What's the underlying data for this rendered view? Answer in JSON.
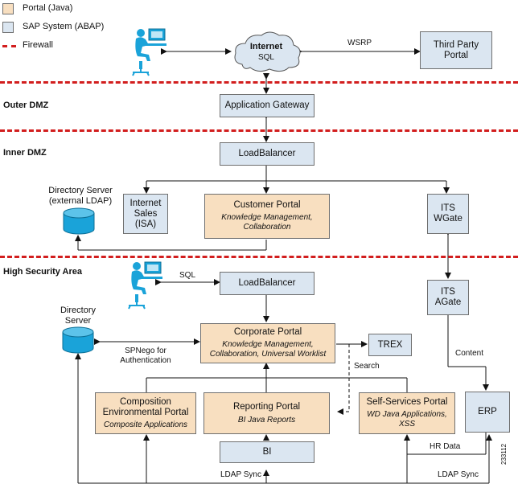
{
  "legend": {
    "portal_java": "Portal (Java)",
    "sap_system": "SAP System (ABAP)",
    "firewall": "Firewall"
  },
  "zones": {
    "outer_dmz": "Outer DMZ",
    "inner_dmz": "Inner DMZ",
    "high_security": "High Security Area"
  },
  "nodes": {
    "internet": {
      "title": "Internet",
      "sub": "SQL"
    },
    "third_party": {
      "line1": "Third Party",
      "line2": "Portal"
    },
    "app_gateway": "Application Gateway",
    "loadbalancer_dmz": "LoadBalancer",
    "dir_ext": {
      "line1": "Directory Server",
      "line2": "(external LDAP)"
    },
    "internet_sales": {
      "line1": "Internet",
      "line2": "Sales",
      "line3": "(ISA)"
    },
    "customer_portal": {
      "title": "Customer Portal",
      "sub1": "Knowledge Management,",
      "sub2": "Collaboration"
    },
    "its_wgate": {
      "line1": "ITS",
      "line2": "WGate"
    },
    "loadbalancer_hs": "LoadBalancer",
    "its_agate": {
      "line1": "ITS",
      "line2": "AGate"
    },
    "dir_server": {
      "line1": "Directory",
      "line2": "Server"
    },
    "corporate_portal": {
      "title": "Corporate Portal",
      "sub1": "Knowledge Management,",
      "sub2": "Collaboration, Universal Worklist"
    },
    "trex": "TREX",
    "composition": {
      "title1": "Composition",
      "title2": "Environmental Portal",
      "sub": "Composite Applications"
    },
    "reporting": {
      "title": "Reporting Portal",
      "sub": "BI Java Reports"
    },
    "self_services": {
      "title": "Self-Services Portal",
      "sub1": "WD Java Applications,",
      "sub2": "XSS"
    },
    "erp": "ERP",
    "bi": "BI"
  },
  "edges": {
    "wsrp": "WSRP",
    "sql": "SQL",
    "spnego1": "SPNego for",
    "spnego2": "Authentication",
    "search": "Search",
    "content": "Content",
    "hr_data": "HR Data",
    "ldap_sync_left": "LDAP Sync",
    "ldap_sync_right": "LDAP Sync"
  },
  "figure_id": "233112",
  "colors": {
    "portal_fill": "#f8dfc0",
    "sap_fill": "#dbe6f1",
    "firewall": "#d21e1e",
    "device_blue": "#1aa3d9"
  }
}
